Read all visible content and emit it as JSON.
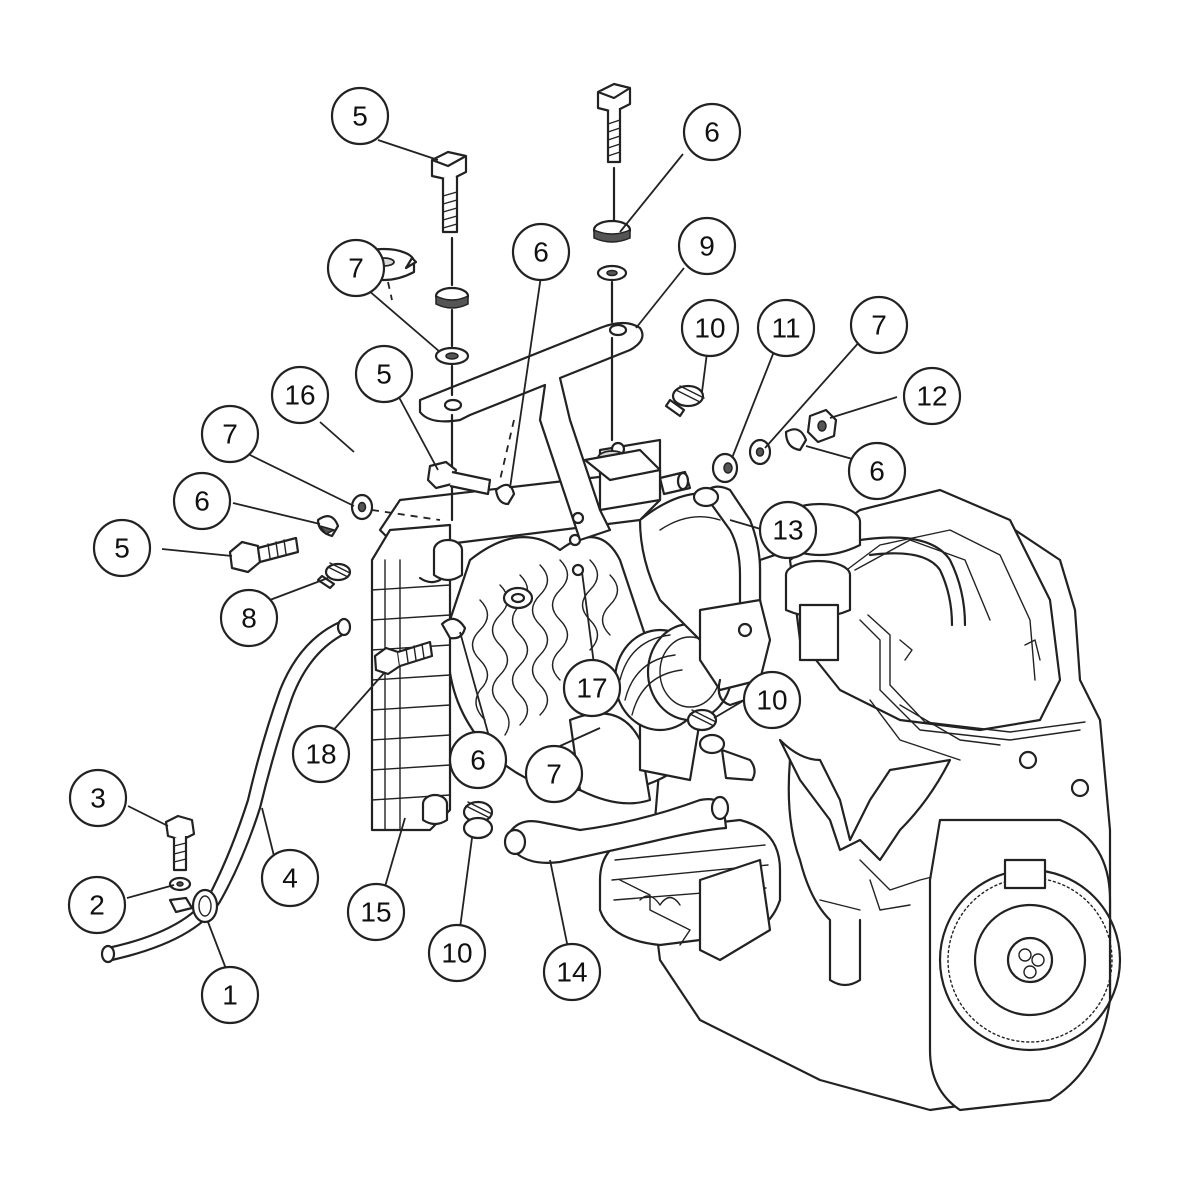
{
  "callouts": [
    {
      "id": "c5a",
      "label": "5"
    },
    {
      "id": "c6a",
      "label": "6"
    },
    {
      "id": "c6b",
      "label": "6"
    },
    {
      "id": "c9",
      "label": "9"
    },
    {
      "id": "c7a",
      "label": "7"
    },
    {
      "id": "c10a",
      "label": "10"
    },
    {
      "id": "c11",
      "label": "11"
    },
    {
      "id": "c7b",
      "label": "7"
    },
    {
      "id": "c12",
      "label": "12"
    },
    {
      "id": "c5b",
      "label": "5"
    },
    {
      "id": "c16",
      "label": "16"
    },
    {
      "id": "c6c",
      "label": "6"
    },
    {
      "id": "c7c",
      "label": "7"
    },
    {
      "id": "c6d",
      "label": "6"
    },
    {
      "id": "c13",
      "label": "13"
    },
    {
      "id": "c5c",
      "label": "5"
    },
    {
      "id": "c8",
      "label": "8"
    },
    {
      "id": "c17",
      "label": "17"
    },
    {
      "id": "c10b",
      "label": "10"
    },
    {
      "id": "c18",
      "label": "18"
    },
    {
      "id": "c6e",
      "label": "6"
    },
    {
      "id": "c7d",
      "label": "7"
    },
    {
      "id": "c3",
      "label": "3"
    },
    {
      "id": "c4",
      "label": "4"
    },
    {
      "id": "c2",
      "label": "2"
    },
    {
      "id": "c15",
      "label": "15"
    },
    {
      "id": "c1",
      "label": "1"
    },
    {
      "id": "c10c",
      "label": "10"
    },
    {
      "id": "c14",
      "label": "14"
    }
  ]
}
